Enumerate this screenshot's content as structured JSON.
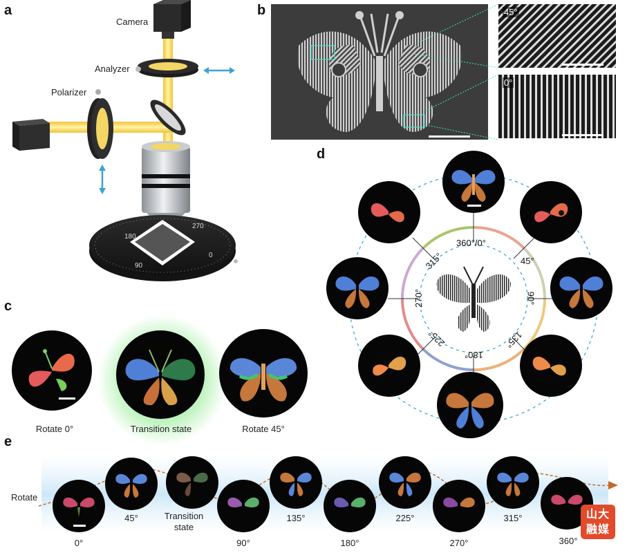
{
  "panels": {
    "a": "a",
    "b": "b",
    "c": "c",
    "d": "d",
    "e": "e"
  },
  "panel_a": {
    "camera": "Camera",
    "analyzer": "Analyzer",
    "polarizer": "Polarizer",
    "stage_ticks": [
      "180",
      "270",
      "0",
      "90"
    ]
  },
  "panel_b": {
    "zoom_top_angle": "45°",
    "zoom_bottom_angle": "0°"
  },
  "panel_c": {
    "labels": [
      "Rotate 0°",
      "Transition state",
      "Rotate 45°"
    ]
  },
  "panel_d": {
    "angles": [
      "360°/0°",
      "45°",
      "90°",
      "135°",
      "180°",
      "225°",
      "270°",
      "315°"
    ]
  },
  "panel_e": {
    "rotate_label": "Rotate",
    "labels": [
      "0°",
      "45°",
      "Transition state",
      "90°",
      "135°",
      "180°",
      "225°",
      "270°",
      "315°",
      "360°"
    ]
  },
  "watermark": {
    "line1": "山大",
    "line2": "融媒"
  },
  "colors": {
    "beam": "#f5d55a",
    "arrow_blue": "#3aa3d2",
    "glow_green": "#7fe67f",
    "ring_dash": "#3fa6c8",
    "logo": "#e14b2c"
  }
}
